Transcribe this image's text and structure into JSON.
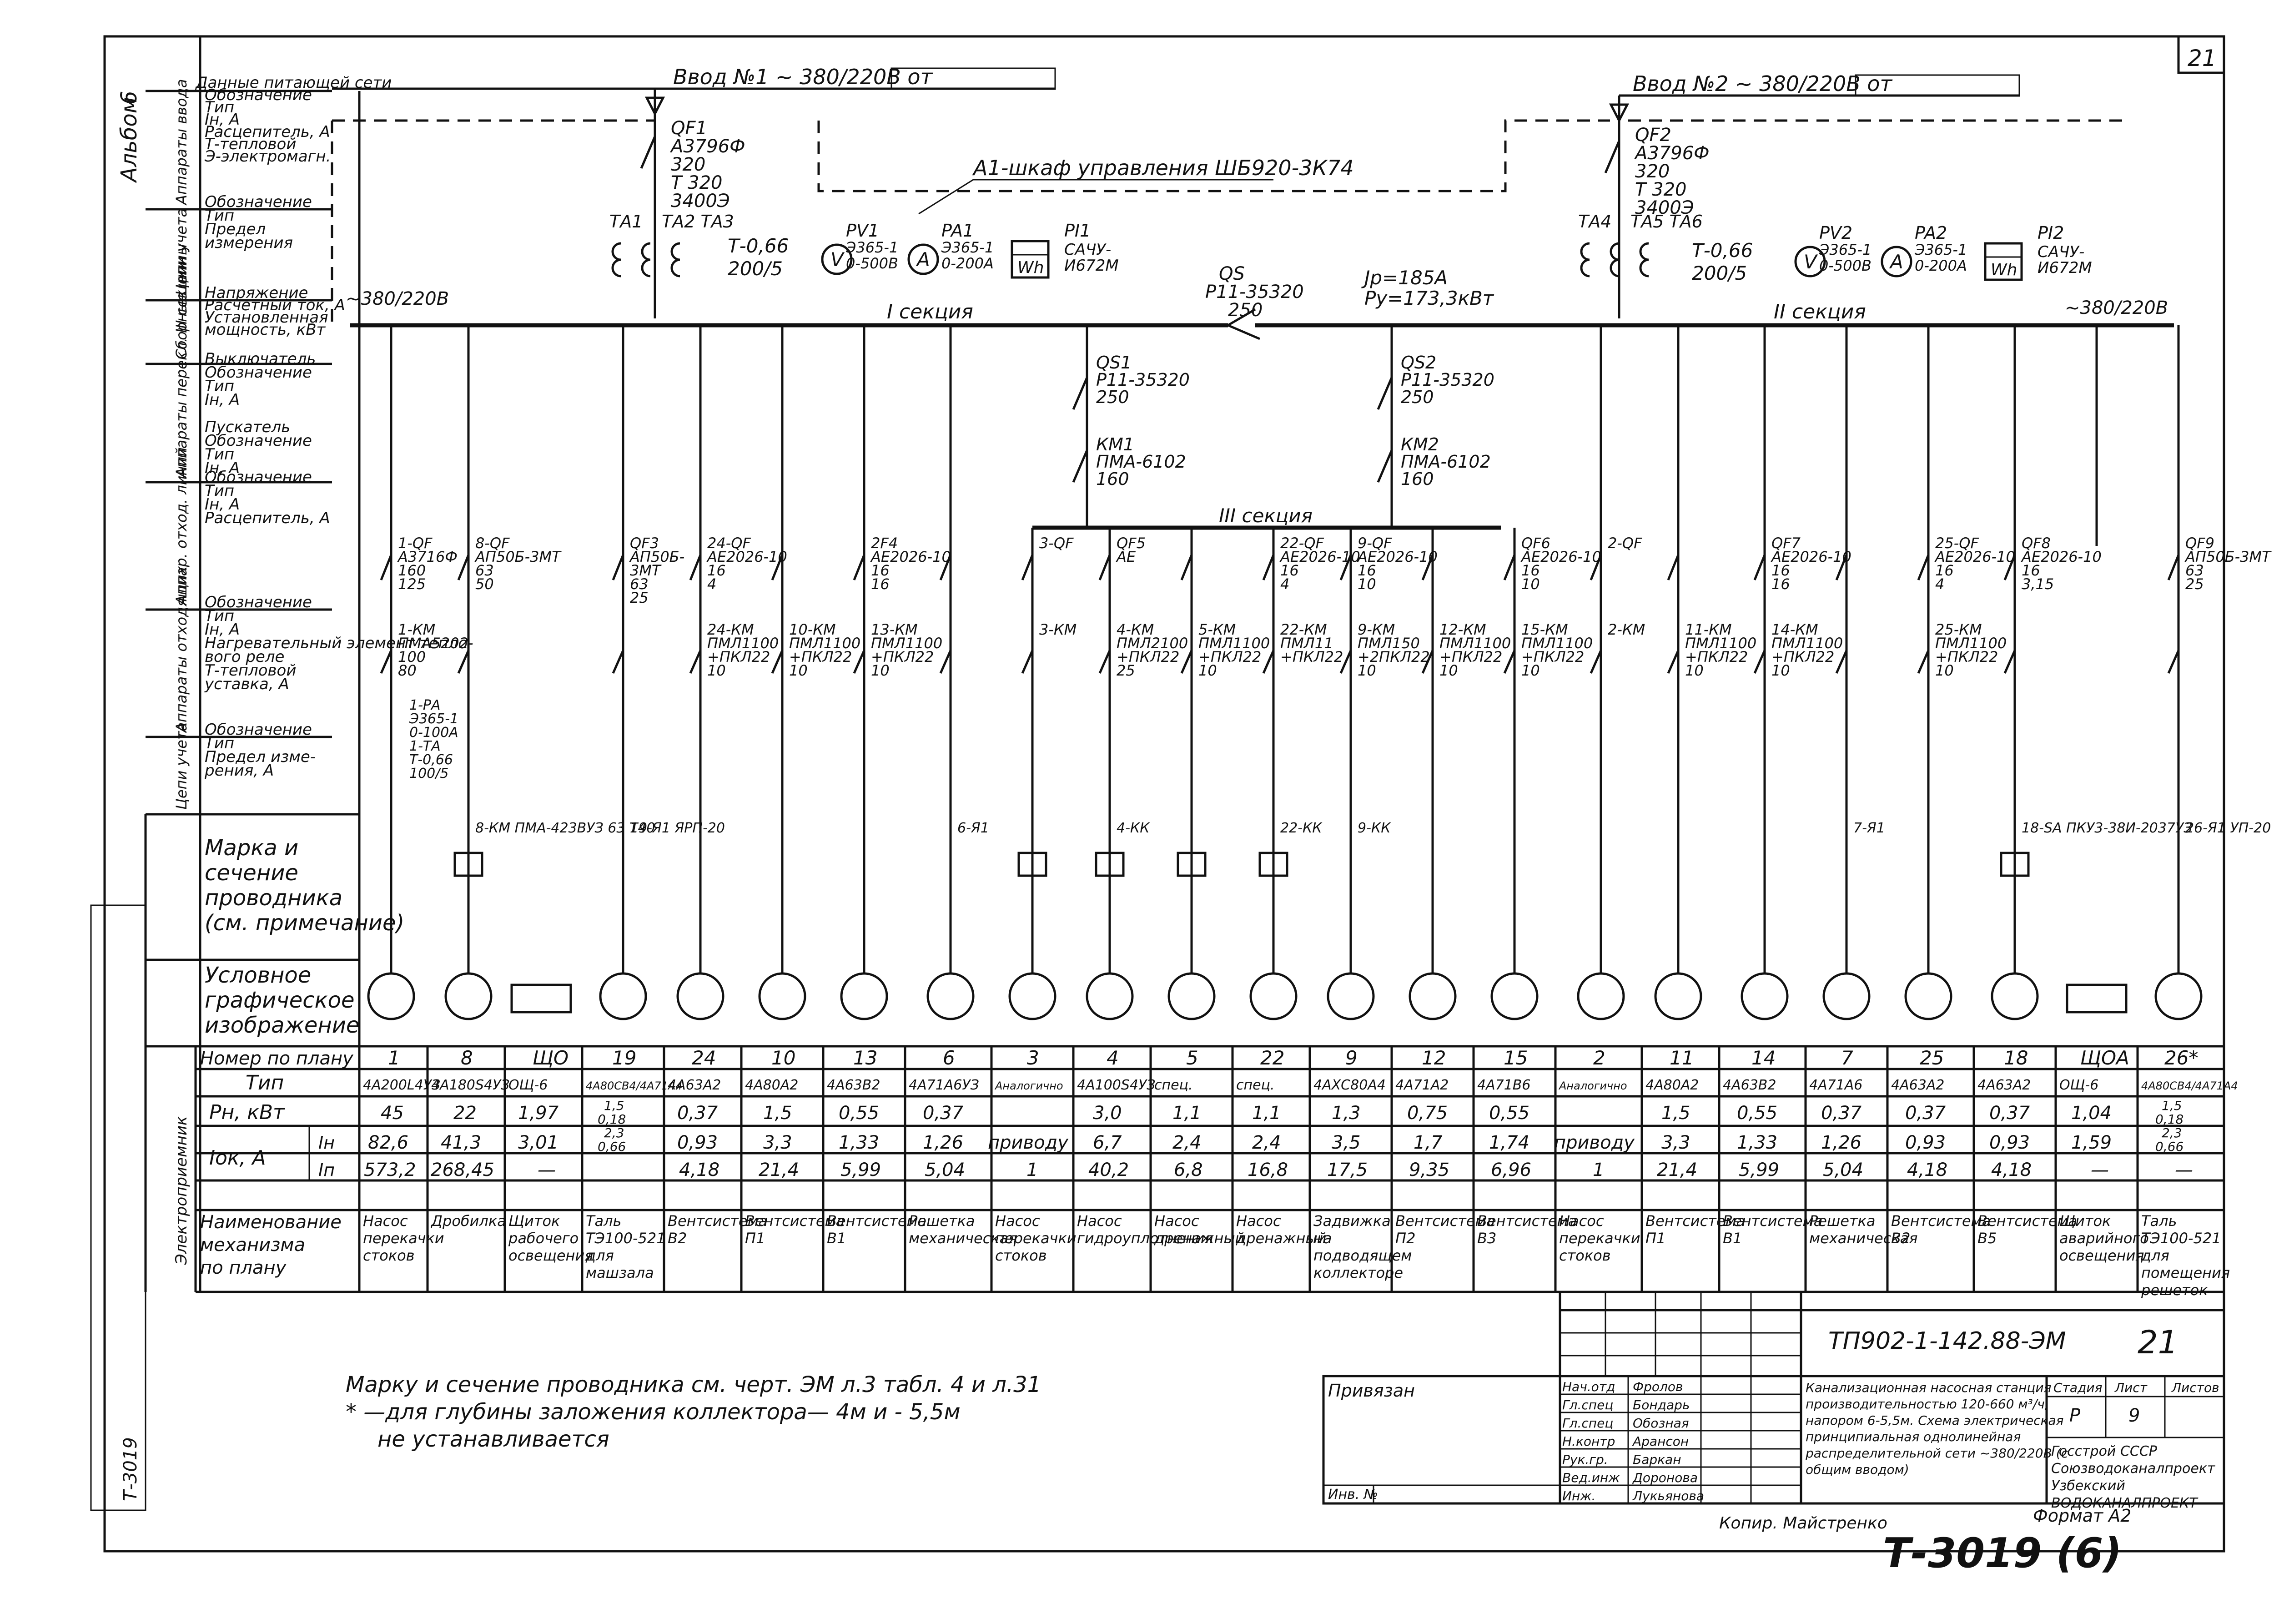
{
  "sheet": {
    "page_number": "21",
    "album_label": "Альбом",
    "album_number": "6"
  },
  "inputs": {
    "input1": "Ввод №1 ~ 380/220В от",
    "input2": "Ввод №2 ~ 380/220В от"
  },
  "cabinet_label": "А1-шкаф управления ШБ920-3К74",
  "left_header": [
    "Данные питающей сети",
    "Обозначение",
    "Тип",
    "Iн, А",
    "Расцепитель, А",
    "Т-тепловой",
    "Э-электромагн.",
    "Обозначение",
    "Тип",
    "Предел",
    "измерения",
    "Напряжение",
    "Расчетный ток, А",
    "Установленная",
    "мощность, кВт",
    "Выключатель",
    "Обозначение",
    "Тип",
    "Iн, А",
    "Пускатель",
    "Обозначение",
    "Тип",
    "Iн, А",
    "Обозначение",
    "Тип",
    "Iн, А",
    "Расцепитель, А",
    "Обозначение",
    "Тип",
    "Iн, А",
    "Нагревательный элемент тепло-",
    "вого реле",
    "Т-тепловой",
    "уставка, А",
    "Обозначение",
    "Тип",
    "Предел изме-",
    "рения, А"
  ],
  "left_rotated": [
    "Аппараты ввода",
    "Цепи учета",
    "Сборные шины",
    "Аппараты перекл. III секции",
    "Аппар. отход. линий",
    "Аппараты отходящих",
    "Цепи учета"
  ],
  "marking_label": "Марка и сечение проводника (см. примечание)",
  "symbol_label": "Условное графическое изображение",
  "left_supply": {
    "voltage_left": "~380/220В",
    "voltage_right": "~380/220В"
  },
  "input_devices": {
    "qf1": [
      "QF1",
      "А3796Ф",
      "320",
      "Т 320",
      "3400Э"
    ],
    "qf2": [
      "QF2",
      "А3796Ф",
      "320",
      "Т 320",
      "3400Э"
    ],
    "ta1": [
      "ТА1",
      "ТА2 ТА3",
      "Т-0,66",
      "200/5"
    ],
    "ta2": [
      "ТА4",
      "ТА5 ТА6",
      "Т-0,66",
      "200/5"
    ],
    "meters1": [
      "PV1",
      "Э365-1",
      "0-500В",
      "PA1",
      "Э365-1",
      "0-200А",
      "PI1",
      "САЧУ-",
      "И672М"
    ],
    "meters2": [
      "PV2",
      "Э365-1",
      "0-500В",
      "PA2",
      "Э365-1",
      "0-200А",
      "PI2",
      "САЧУ-",
      "И672М"
    ],
    "qs": [
      "QS",
      "Р11-35320",
      "250"
    ],
    "calc": [
      "Jр=185А",
      "Ру=173,3кВт"
    ],
    "section1": "I секция",
    "section2": "II секция",
    "section3": "III секция",
    "qs1": [
      "QS1",
      "Р11-35320",
      "250"
    ],
    "qs2": [
      "QS2",
      "Р11-35320",
      "250"
    ],
    "km1": [
      "КМ1",
      "ПМА-6102",
      "160"
    ],
    "km2": [
      "КМ2",
      "ПМА-6102",
      "160"
    ]
  },
  "feeders_upper": [
    {
      "breaker": [
        "1-QF",
        "А3716Ф",
        "160",
        "125"
      ],
      "starter": [
        "1-КМ",
        "ПМА5202",
        "100",
        "80"
      ],
      "extra": [
        "1-РА",
        "Э365-1",
        "0-100А",
        "1-ТА",
        "Т-0,66",
        "100/5"
      ],
      "cable": ""
    },
    {
      "breaker": [
        "8-QF",
        "АП50Б-3МТ",
        "63",
        "50"
      ],
      "starter": [],
      "extra": [],
      "cable": "8-КМ ПМА-423ВУЗ 63 Т40"
    },
    {
      "breaker": [
        "QF3",
        "АП50Б-",
        "3МТ",
        "63",
        "25"
      ],
      "starter": [],
      "extra": [],
      "cable": "19-Я1 ЯРП-20"
    },
    {
      "breaker": [
        "24-QF",
        "АЕ2026-10",
        "16",
        "4"
      ],
      "starter": [
        "24-КМ",
        "ПМЛ1100",
        "+ПКЛ22",
        "10"
      ],
      "extra": [],
      "cable": ""
    },
    {
      "breaker": [],
      "starter": [
        "10-КМ",
        "ПМЛ1100",
        "+ПКЛ22",
        "10"
      ],
      "extra": [],
      "cable": ""
    },
    {
      "breaker": [
        "2F4",
        "АЕ2026-10",
        "16",
        "16"
      ],
      "starter": [
        "13-КМ",
        "ПМЛ1100",
        "+ПКЛ22",
        "10"
      ],
      "extra": [],
      "cable": ""
    },
    {
      "breaker": [],
      "starter": [],
      "extra": [],
      "cable": "6-Я1"
    },
    {
      "breaker": [
        "3-QF"
      ],
      "starter": [
        "3-КМ"
      ],
      "extra": [],
      "cable": ""
    },
    {
      "breaker": [
        "QF5",
        "АЕ"
      ],
      "starter": [
        "4-КМ",
        "ПМЛ2100",
        "+ПКЛ22",
        "25"
      ],
      "extra": [],
      "cable": "4-КК"
    },
    {
      "breaker": [],
      "starter": [
        "5-КМ",
        "ПМЛ1100",
        "+ПКЛ22",
        "10"
      ],
      "extra": [],
      "cable": ""
    },
    {
      "breaker": [
        "22-QF",
        "АЕ2026-10",
        "16",
        "4"
      ],
      "starter": [
        "22-КМ",
        "ПМЛ11",
        "+ПКЛ22"
      ],
      "extra": [],
      "cable": "22-КК"
    },
    {
      "breaker": [
        "9-QF",
        "АЕ2026-10",
        "16",
        "10"
      ],
      "starter": [
        "9-КМ",
        "ПМЛ150",
        "+2ПКЛ22",
        "10"
      ],
      "extra": [],
      "cable": "9-КК"
    },
    {
      "breaker": [],
      "starter": [
        "12-КМ",
        "ПМЛ1100",
        "+ПКЛ22",
        "10"
      ],
      "extra": [],
      "cable": ""
    },
    {
      "breaker": [
        "QF6",
        "АЕ2026-10",
        "16",
        "10"
      ],
      "starter": [
        "15-КМ",
        "ПМЛ1100",
        "+ПКЛ22",
        "10"
      ],
      "extra": [],
      "cable": ""
    },
    {
      "breaker": [
        "2-QF"
      ],
      "starter": [
        "2-КМ"
      ],
      "extra": [],
      "cable": ""
    },
    {
      "breaker": [],
      "starter": [
        "11-КМ",
        "ПМЛ1100",
        "+ПКЛ22",
        "10"
      ],
      "extra": [],
      "cable": ""
    },
    {
      "breaker": [
        "QF7",
        "АЕ2026-10",
        "16",
        "16"
      ],
      "starter": [
        "14-КМ",
        "ПМЛ1100",
        "+ПКЛ22",
        "10"
      ],
      "extra": [],
      "cable": ""
    },
    {
      "breaker": [],
      "starter": [],
      "extra": [],
      "cable": "7-Я1"
    },
    {
      "breaker": [
        "25-QF",
        "АЕ2026-10",
        "16",
        "4"
      ],
      "starter": [
        "25-КМ",
        "ПМЛ1100",
        "+ПКЛ22",
        "10"
      ],
      "extra": [],
      "cable": ""
    },
    {
      "breaker": [
        "QF8",
        "АЕ2026-10",
        "16",
        "3,15"
      ],
      "starter": [],
      "extra": [],
      "cable": "18-SА ПКУ3-38И-2037УЗ"
    },
    {
      "breaker": [
        "QF9",
        "АП50Б-3МТ",
        "63",
        "25"
      ],
      "starter": [],
      "extra": [],
      "cable": "26-Я1 УП-20 20"
    }
  ],
  "table": {
    "row_labels": [
      "Номер по плану",
      "Тип",
      "Рн, кВт",
      "Iок, А",
      "Iн",
      "Iп",
      "Наименование механизма по плану"
    ],
    "side_label": "Электроприемник",
    "columns": [
      {
        "num": "1",
        "type": "4А200L4УЗ",
        "p": "45",
        "in": "82,6",
        "ip": "573,2",
        "name": "Насос перекачки стоков"
      },
      {
        "num": "8",
        "type": "4А180S4УЗ",
        "p": "22",
        "in": "41,3",
        "ip": "268,45",
        "name": "Дробилка"
      },
      {
        "num": "ЩО",
        "type": "ОЩ-6",
        "p": "1,97",
        "in": "3,01",
        "ip": "—",
        "name": "Щиток рабочего освещения"
      },
      {
        "num": "19",
        "type": "4А80СВ4/4А71А4",
        "p": "1,5 0,18",
        "in": "2,3 0,66",
        "ip": "",
        "name": "Таль ТЭ100-521 для машзала"
      },
      {
        "num": "24",
        "type": "4А63А2",
        "p": "0,37",
        "in": "0,93",
        "ip": "4,18",
        "name": "Вентсистема В2"
      },
      {
        "num": "10",
        "type": "4А80А2",
        "p": "1,5",
        "in": "3,3",
        "ip": "21,4",
        "name": "Вентсистема П1"
      },
      {
        "num": "13",
        "type": "4А63В2",
        "p": "0,55",
        "in": "1,33",
        "ip": "5,99",
        "name": "Вентсистема В1"
      },
      {
        "num": "6",
        "type": "4А71А6УЗ",
        "p": "0,37",
        "in": "1,26",
        "ip": "5,04",
        "name": "Решетка механическая"
      },
      {
        "num": "3",
        "type": "Аналогично",
        "p": "",
        "in": "приводу",
        "ip": "1",
        "name": "Насос перекачки стоков"
      },
      {
        "num": "4",
        "type": "4А100S4УЗ",
        "p": "3,0",
        "in": "6,7",
        "ip": "40,2",
        "name": "Насос гидроуплотнения"
      },
      {
        "num": "5",
        "type": "спец.",
        "p": "1,1",
        "in": "2,4",
        "ip": "6,8",
        "name": "Насос дренажный"
      },
      {
        "num": "22",
        "type": "спец.",
        "p": "1,1",
        "in": "2,4",
        "ip": "16,8",
        "name": "Насос дренажный"
      },
      {
        "num": "9",
        "type": "4АХС80А4",
        "p": "1,3",
        "in": "3,5",
        "ip": "17,5",
        "name": "Задвижка на подводящем коллекторе"
      },
      {
        "num": "12",
        "type": "4А71А2",
        "p": "0,75",
        "in": "1,7",
        "ip": "9,35",
        "name": "Вентсистема П2"
      },
      {
        "num": "15",
        "type": "4А71В6",
        "p": "0,55",
        "in": "1,74",
        "ip": "6,96",
        "name": "Вентсистема В3"
      },
      {
        "num": "2",
        "type": "Аналогично",
        "p": "",
        "in": "приводу",
        "ip": "1",
        "name": "Насос перекачки стоков"
      },
      {
        "num": "11",
        "type": "4А80А2",
        "p": "1,5",
        "in": "3,3",
        "ip": "21,4",
        "name": "Вентсистема П1"
      },
      {
        "num": "14",
        "type": "4А63В2",
        "p": "0,55",
        "in": "1,33",
        "ip": "5,99",
        "name": "Вентсистема В1"
      },
      {
        "num": "7",
        "type": "4А71А6",
        "p": "0,37",
        "in": "1,26",
        "ip": "5,04",
        "name": "Решетка механическая"
      },
      {
        "num": "25",
        "type": "4А63А2",
        "p": "0,37",
        "in": "0,93",
        "ip": "4,18",
        "name": "Вентсистема В2"
      },
      {
        "num": "18",
        "type": "4А63А2",
        "p": "0,37",
        "in": "0,93",
        "ip": "4,18",
        "name": "Вентсистема В5"
      },
      {
        "num": "ЩОА",
        "type": "ОЩ-6",
        "p": "1,04",
        "in": "1,59",
        "ip": "—",
        "name": "Щиток аварийного освещения"
      },
      {
        "num": "26*",
        "type": "4А80СВ4/4А71А4",
        "p": "1,5 0,18",
        "in": "2,3 0,66",
        "ip": "—",
        "name": "Таль ТЭ100-521 для помещения решеток"
      }
    ]
  },
  "notes": {
    "line1": "Марку и сечение проводника см. черт. ЭМ л.3 табл. 4 и л.31",
    "line2": "* —для глубины заложения коллектора— 4м и - 5,5м",
    "line3": "не устанавливается"
  },
  "title_block": {
    "code": "ТП902-1-142.88-ЭМ",
    "sheet": "21",
    "bound": "Привязан",
    "inv": "Инв. №",
    "roles": [
      "Нач.отд",
      "Гл.спец",
      "Гл.спец",
      "Н.контр",
      "Рук.гр.",
      "Вед.инж",
      "Инж."
    ],
    "names": [
      "Фролов",
      "Бондарь",
      "Обозная",
      "Арансон",
      "Баркан",
      "Доронова",
      "Лукьянова"
    ],
    "description": "Канализационная насосная станция производительностью 120-660 м³/ч, напором 6-5,5м. Схема электрическая принципиальная однолинейная распределительной сети ~380/220В (с общим вводом)",
    "stage_header": [
      "Стадия",
      "Лист",
      "Листов"
    ],
    "stage": "Р",
    "list": "9",
    "org": "Госстрой СССР Союзводоканалпроект Узбекский ВОДОКАНАЛПРОЕКТ",
    "copier": "Копир. Майстренко",
    "format": "Формат А2",
    "stamp": "Т-3019 (6)"
  },
  "left_stamp": {
    "label": "Т-3019"
  }
}
